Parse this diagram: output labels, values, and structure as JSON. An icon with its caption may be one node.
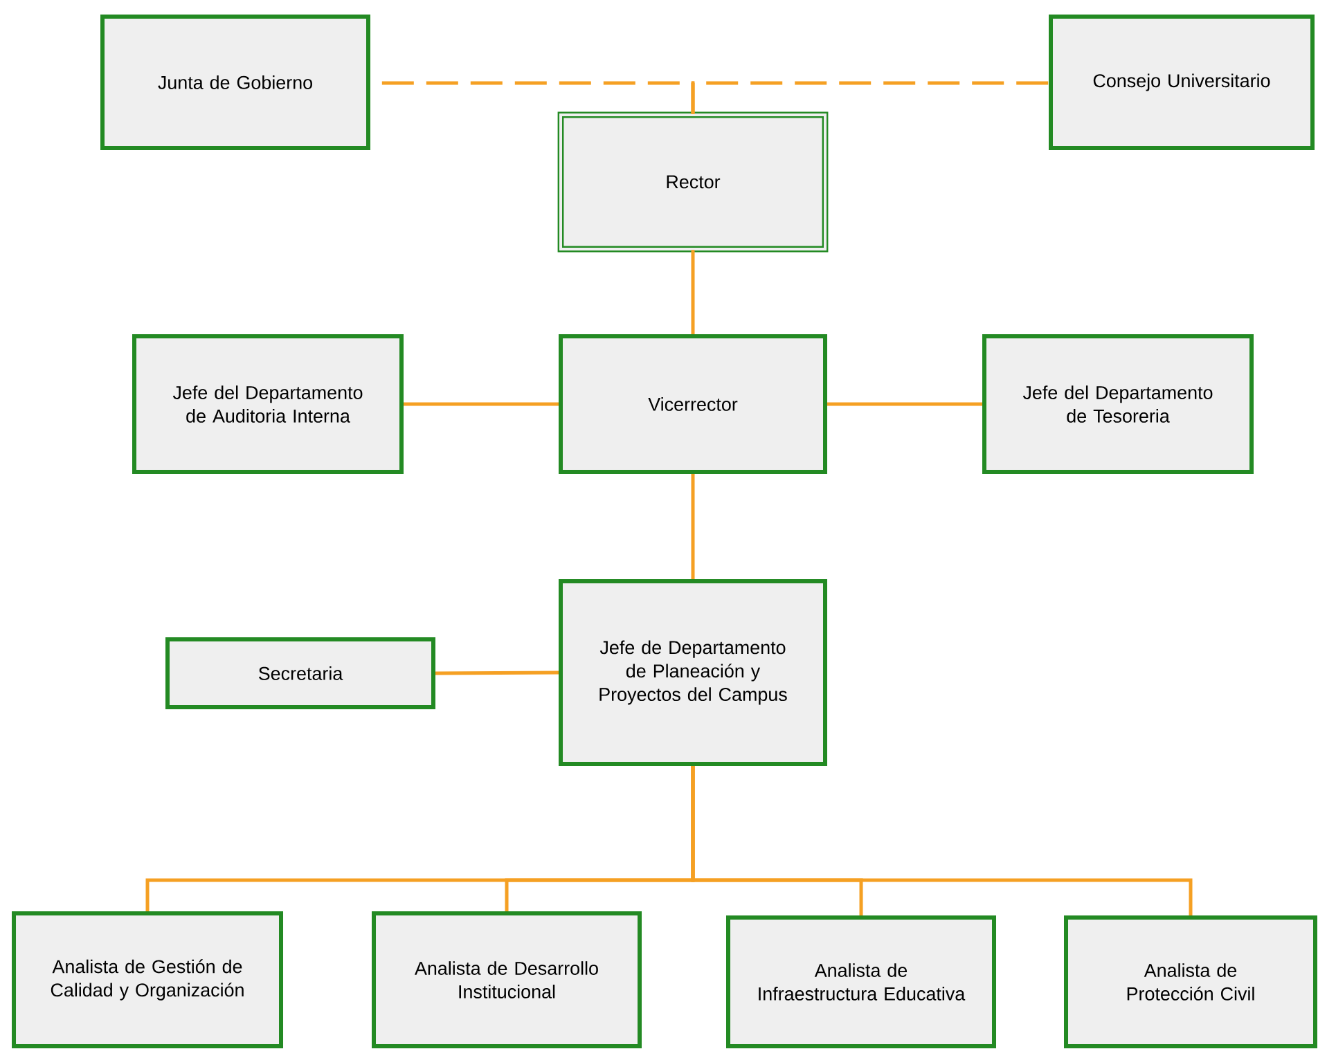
{
  "diagram": {
    "nodes": [
      {
        "text": [
          "Junta de Gobierno"
        ]
      },
      {
        "text": [
          "Consejo Universitario"
        ]
      },
      {
        "text": [
          "Rector"
        ]
      },
      {
        "text": [
          "Jefe del Departamento de Auditoria Interna"
        ]
      },
      {
        "text": [
          "Vicerrector"
        ]
      },
      {
        "text": [
          "Jefe del Departamento de Tesoreria"
        ]
      },
      {
        "text": [
          "Secretaria"
        ]
      },
      {
        "text": [
          "Jefe de Departamento de Planeación y Proyectos del Campus"
        ]
      },
      {
        "text": [
          "Analista de Gestión de Calidad y Organización"
        ]
      },
      {
        "text": [
          "Analista de Desarrollo Institucional"
        ]
      },
      {
        "text": [
          "Analista de Infraestructura Educativa"
        ]
      },
      {
        "text": [
          "Analista de Protección Civil"
        ]
      }
    ],
    "edges": [
      {
        "from": 2,
        "to": 0,
        "arrow": "none",
        "style": "dashed"
      },
      {
        "from": 2,
        "to": 1,
        "arrow": "none",
        "style": "dashed"
      },
      {
        "from": 2,
        "to": 4,
        "arrow": "none"
      },
      {
        "from": 4,
        "to": 3,
        "arrow": "none"
      },
      {
        "from": 4,
        "to": 5,
        "arrow": "none"
      },
      {
        "from": 4,
        "to": 7,
        "arrow": "none"
      },
      {
        "from": 6,
        "to": 7,
        "arrow": "none"
      },
      {
        "from": 7,
        "to": 8,
        "arrow": "none"
      },
      {
        "from": 7,
        "to": 9,
        "arrow": "none"
      },
      {
        "from": 7,
        "to": 10,
        "arrow": "none"
      },
      {
        "from": 7,
        "to": 11,
        "arrow": "none"
      }
    ]
  }
}
